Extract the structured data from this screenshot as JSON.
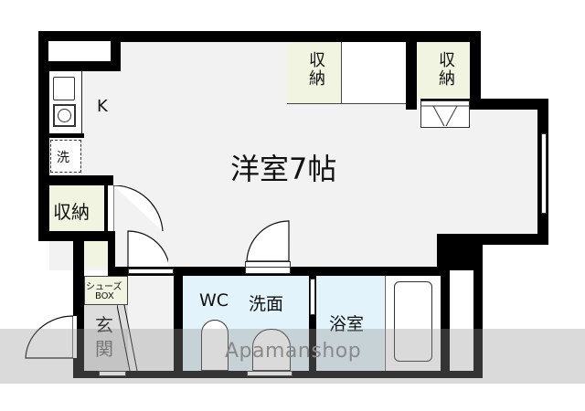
{
  "floorplan": {
    "rooms": {
      "main_room": "洋室7帖",
      "kitchen": "K",
      "washer": "洗",
      "storage_top_left": "収納",
      "storage_top_right": "収納",
      "storage_left": "収納",
      "shoe_box_line1": "シューズ",
      "shoe_box_line2": "BOX",
      "entrance": "玄関",
      "wc": "WC",
      "washroom": "洗面",
      "bathroom": "浴室"
    },
    "watermark": "Apamanshop"
  },
  "colors": {
    "wall": "#000000",
    "floor": "#f2f2f2",
    "storage": "#f1f4e1",
    "wet_area": "#e2f3fb"
  }
}
